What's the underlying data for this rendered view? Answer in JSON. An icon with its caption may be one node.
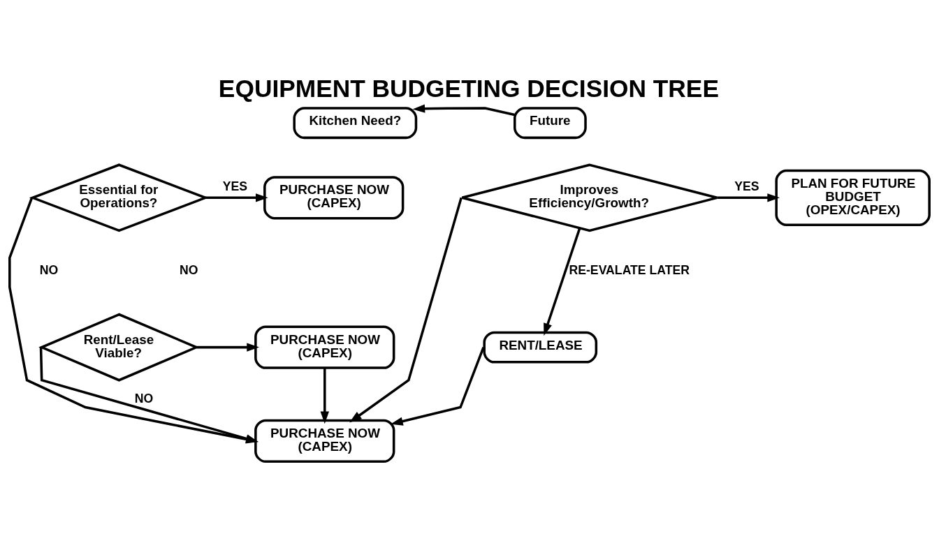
{
  "diagram": {
    "title": "EQUIPMENT BUDGETING DECISION TREE",
    "nodes": [
      {
        "text": [
          "Kitchen Need?"
        ]
      },
      {
        "text": [
          "Future"
        ]
      },
      {
        "text": [
          "Essential for Operations?"
        ]
      },
      {
        "text": [
          "PURCHASE NOW (CAPEX)"
        ]
      },
      {
        "text": [
          "Improves Efficiency/Growth?"
        ]
      },
      {
        "text": [
          "PLAN FOR FUTURE BUDGET (OPEX/CAPEX)"
        ]
      },
      {
        "text": [
          "Rent/Lease Viable?"
        ]
      },
      {
        "text": [
          "PURCHASE NOW (CAPEX)"
        ]
      },
      {
        "text": [
          "RENT/LEASE"
        ]
      },
      {
        "text": [
          "PURCHASE NOW (CAPEX)"
        ]
      }
    ],
    "edges": [
      {
        "from": 1,
        "to": 0,
        "arrow": "to"
      },
      {
        "from": 2,
        "to": 3,
        "arrow": "to",
        "label": "YES"
      },
      {
        "from": 4,
        "to": 5,
        "arrow": "to",
        "label": "YES"
      },
      {
        "from": 2,
        "to": 9,
        "arrow": "to"
      },
      {
        "from": 6,
        "to": 7,
        "arrow": "to"
      },
      {
        "from": 6,
        "to": 9,
        "arrow": "to",
        "label": "NO"
      },
      {
        "from": 7,
        "to": 9,
        "arrow": "to"
      },
      {
        "from": 4,
        "to": 8,
        "arrow": "to",
        "label": "RE-EVALATE LATER"
      },
      {
        "from": 4,
        "to": 9,
        "arrow": "to"
      },
      {
        "from": 8,
        "to": 9,
        "arrow": "to"
      }
    ],
    "labels": [
      "NO",
      "NO"
    ]
  }
}
